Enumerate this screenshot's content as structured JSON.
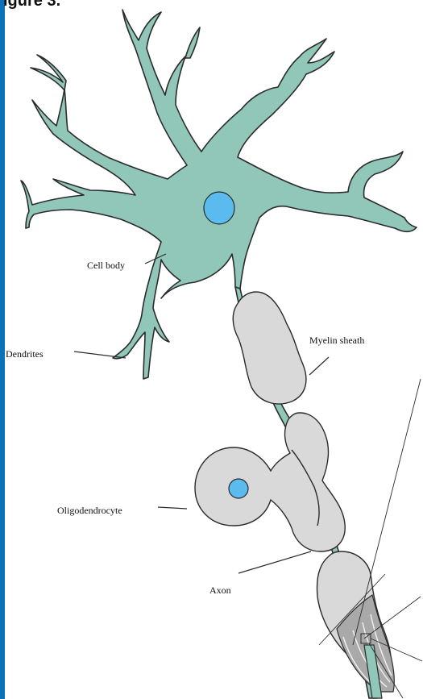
{
  "figure": {
    "title": "igure 3."
  },
  "labels": {
    "cell_body": "Cell body",
    "dendrites": "Dendrites",
    "myelin_sheath": "Myelin sheath",
    "oligodendrocyte": "Oligodendrocyte",
    "axon": "Axon"
  },
  "colors": {
    "neuron": "#91c7b9",
    "nucleus": "#5bbbee",
    "myelin": "#d9d9d9",
    "border_bar": "#0b71b8"
  }
}
